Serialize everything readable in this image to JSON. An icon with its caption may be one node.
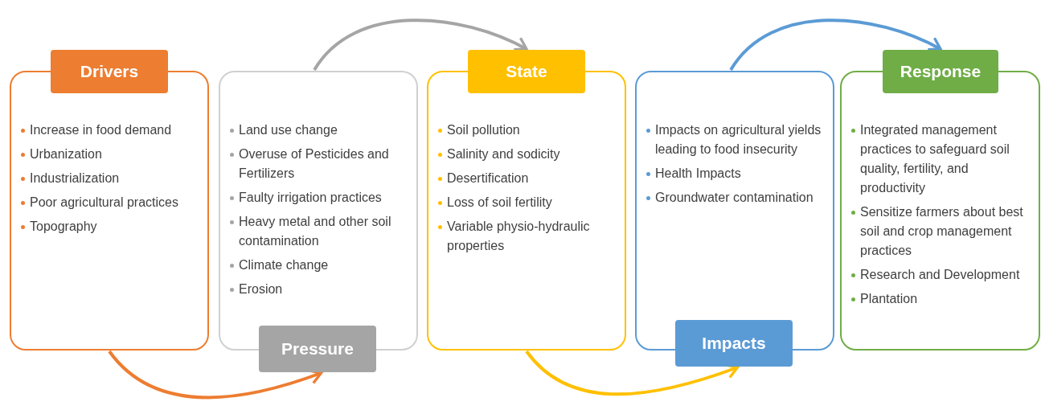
{
  "diagram": {
    "nodes": [
      {
        "text": [
          "Drivers"
        ]
      },
      {
        "text": [
          "Increase in food demand",
          "Urbanization",
          "Industrialization",
          "Poor agricultural practices",
          "Topography"
        ]
      },
      {
        "text": [
          "Land use change",
          "Overuse of Pesticides and Fertilizers",
          "Faulty irrigation practices",
          "Heavy metal and other soil contamination",
          "Climate change",
          "Erosion"
        ]
      },
      {
        "text": [
          "Pressure"
        ]
      },
      {
        "text": [
          "State"
        ]
      },
      {
        "text": [
          "Soil pollution",
          "Salinity and sodicity",
          "Desertification",
          "Loss of soil fertility",
          "Variable physio-hydraulic properties"
        ]
      },
      {
        "text": [
          "Impacts on agricultural yields leading to food insecurity",
          "Health Impacts",
          "Groundwater contamination"
        ]
      },
      {
        "text": [
          "Impacts"
        ]
      },
      {
        "text": [
          "Response"
        ]
      },
      {
        "text": [
          "Integrated management practices to safeguard soil quality, fertility, and productivity",
          "Sensitize farmers about best soil and crop management practices",
          "Research and Development",
          "Plantation"
        ]
      }
    ],
    "edges": [
      {
        "from": 1,
        "to": 3,
        "arrow": "to",
        "color": "#ed7d31"
      },
      {
        "from": 2,
        "to": 4,
        "arrow": "to",
        "color": "#a5a5a5"
      },
      {
        "from": 5,
        "to": 7,
        "arrow": "to",
        "color": "#ffc000"
      },
      {
        "from": 6,
        "to": 8,
        "arrow": "to",
        "color": "#5b9bd5"
      }
    ]
  }
}
